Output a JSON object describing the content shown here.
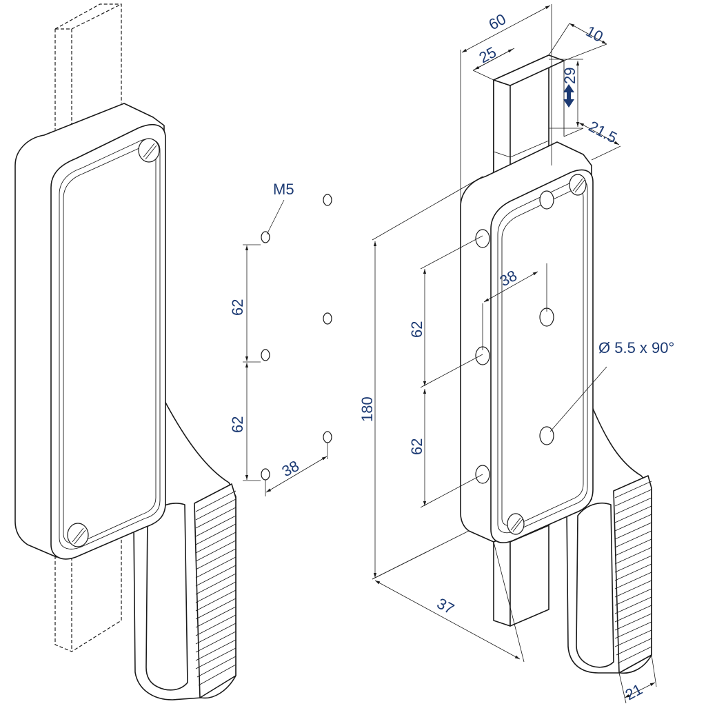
{
  "colors": {
    "line": "#1a1a1a",
    "dimension_text": "#1c3a73",
    "background": "#ffffff"
  },
  "labels": {
    "thread": "M5",
    "hole_spec": "Ø 5.5 x 90°"
  },
  "dimensions": {
    "width_total": "60",
    "bar_width": "25",
    "bar_thickness": "10",
    "stroke": "29",
    "bar_offset": "21.5",
    "height": "180",
    "depth": "37",
    "handle_width": "21",
    "hole_pitch_left_1": "62",
    "hole_pitch_left_2": "62",
    "hole_spacing_left": "38",
    "hole_pitch_right_1": "62",
    "hole_pitch_right_2": "62",
    "hole_spacing_right": "38"
  }
}
